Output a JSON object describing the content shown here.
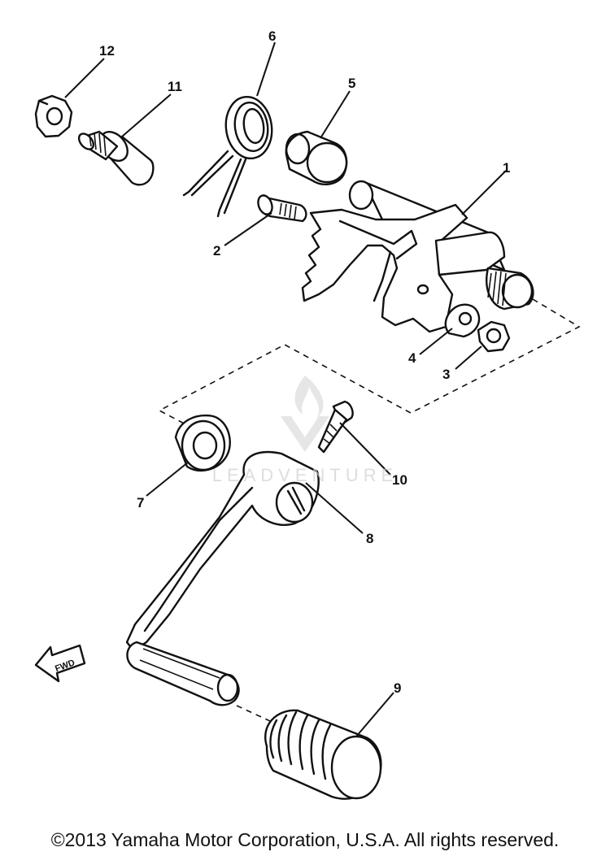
{
  "callouts": {
    "c1": "1",
    "c2": "2",
    "c3": "3",
    "c4": "4",
    "c5": "5",
    "c6": "6",
    "c7": "7",
    "c8": "8",
    "c9": "9",
    "c10": "10",
    "c11": "11",
    "c12": "12"
  },
  "fwd_label": "FWD",
  "watermark": "LEADVENTURE",
  "copyright": "©2013 Yamaha Motor Corporation, U.S.A. All rights reserved."
}
